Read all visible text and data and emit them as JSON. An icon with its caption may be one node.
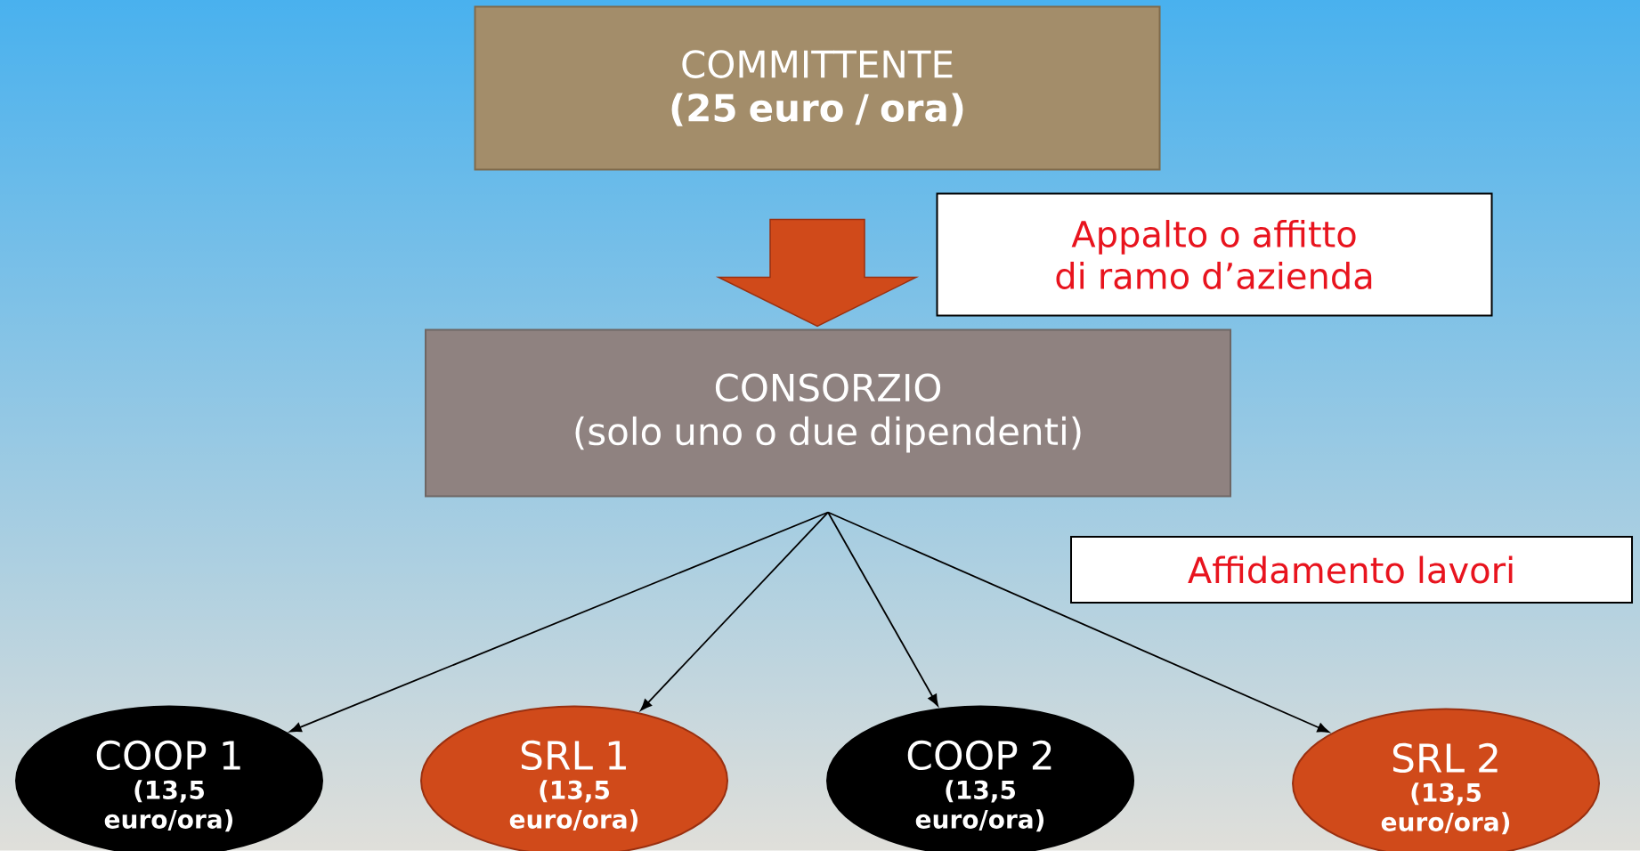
{
  "diagram": {
    "nodes": [
      {
        "text": [
          "COMMITTENTE",
          "(25 euro / ora)"
        ]
      },
      {
        "text": [
          "Appalto o affitto di ramo d’azienda"
        ]
      },
      {
        "text": [
          "CONSORZIO",
          "(solo uno o due dipendenti)"
        ]
      },
      {
        "text": [
          "Affidamento lavori"
        ]
      },
      {
        "text": [
          "COOP 1",
          "(13,5 euro/ora)"
        ]
      },
      {
        "text": [
          "SRL 1",
          "(13,5 euro/ora)"
        ]
      },
      {
        "text": [
          "COOP 2",
          "(13,5 euro/ora)"
        ]
      },
      {
        "text": [
          "SRL 2",
          "(13,5 euro/ora)"
        ]
      }
    ],
    "edges": [
      {
        "from": 0,
        "to": 2,
        "arrow": "to",
        "style": "thick",
        "color": "#d04a1a"
      },
      {
        "from": 2,
        "to": 4,
        "arrow": "to"
      },
      {
        "from": 2,
        "to": 5,
        "arrow": "to"
      },
      {
        "from": 2,
        "to": 6,
        "arrow": "to"
      },
      {
        "from": 2,
        "to": 7,
        "arrow": "to"
      }
    ]
  }
}
